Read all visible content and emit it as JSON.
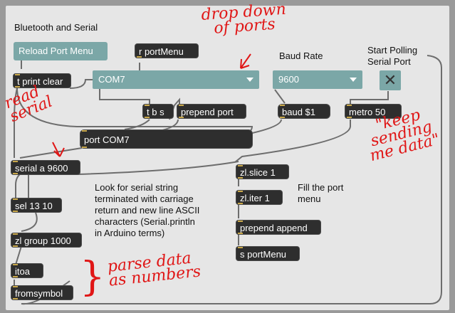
{
  "patch": {
    "title": "Bluetooth and Serial",
    "reload_button": "Reload Port Menu",
    "r_portmenu": "r portMenu",
    "baud_rate_label": "Baud Rate",
    "start_polling_label": "Start Polling\nSerial Port",
    "t_print_clear": "t print clear",
    "port_menu": {
      "selected": "COM7"
    },
    "baud_menu": {
      "selected": "9600"
    },
    "toggle_symbol": "✕",
    "t_b_s": "t b s",
    "prepend_port": "prepend port",
    "baud_msg": "baud $1",
    "metro": "metro 50",
    "port_msg": "port COM7",
    "serial_obj": "serial a 9600",
    "zl_slice": "zl.slice 1",
    "zl_iter": "zl.iter 1",
    "fill_comment": "Fill the port\nmenu",
    "look_comment": "Look for serial string\nterminated with carriage\nreturn and new line ASCII\ncharacters (Serial.println\nin Arduino terms)",
    "sel": "sel 13 10",
    "prepend_append": "prepend append",
    "s_portmenu": "s portMenu",
    "zl_group": "zl group 1000",
    "itoa": "itoa",
    "fromsymbol": "fromsymbol"
  },
  "annotations": {
    "dropdown": "drop down\nof ports",
    "read_serial": "read\nserial",
    "keep_sending": "\"keep\nsending\nme data\"",
    "parse_data": "parse data\nas numbers",
    "brace": "}"
  },
  "colors": {
    "panel": "#e6e6e6",
    "object": "#2e2e2e",
    "teal": "#7ba7a7",
    "ink": "#e01616"
  }
}
